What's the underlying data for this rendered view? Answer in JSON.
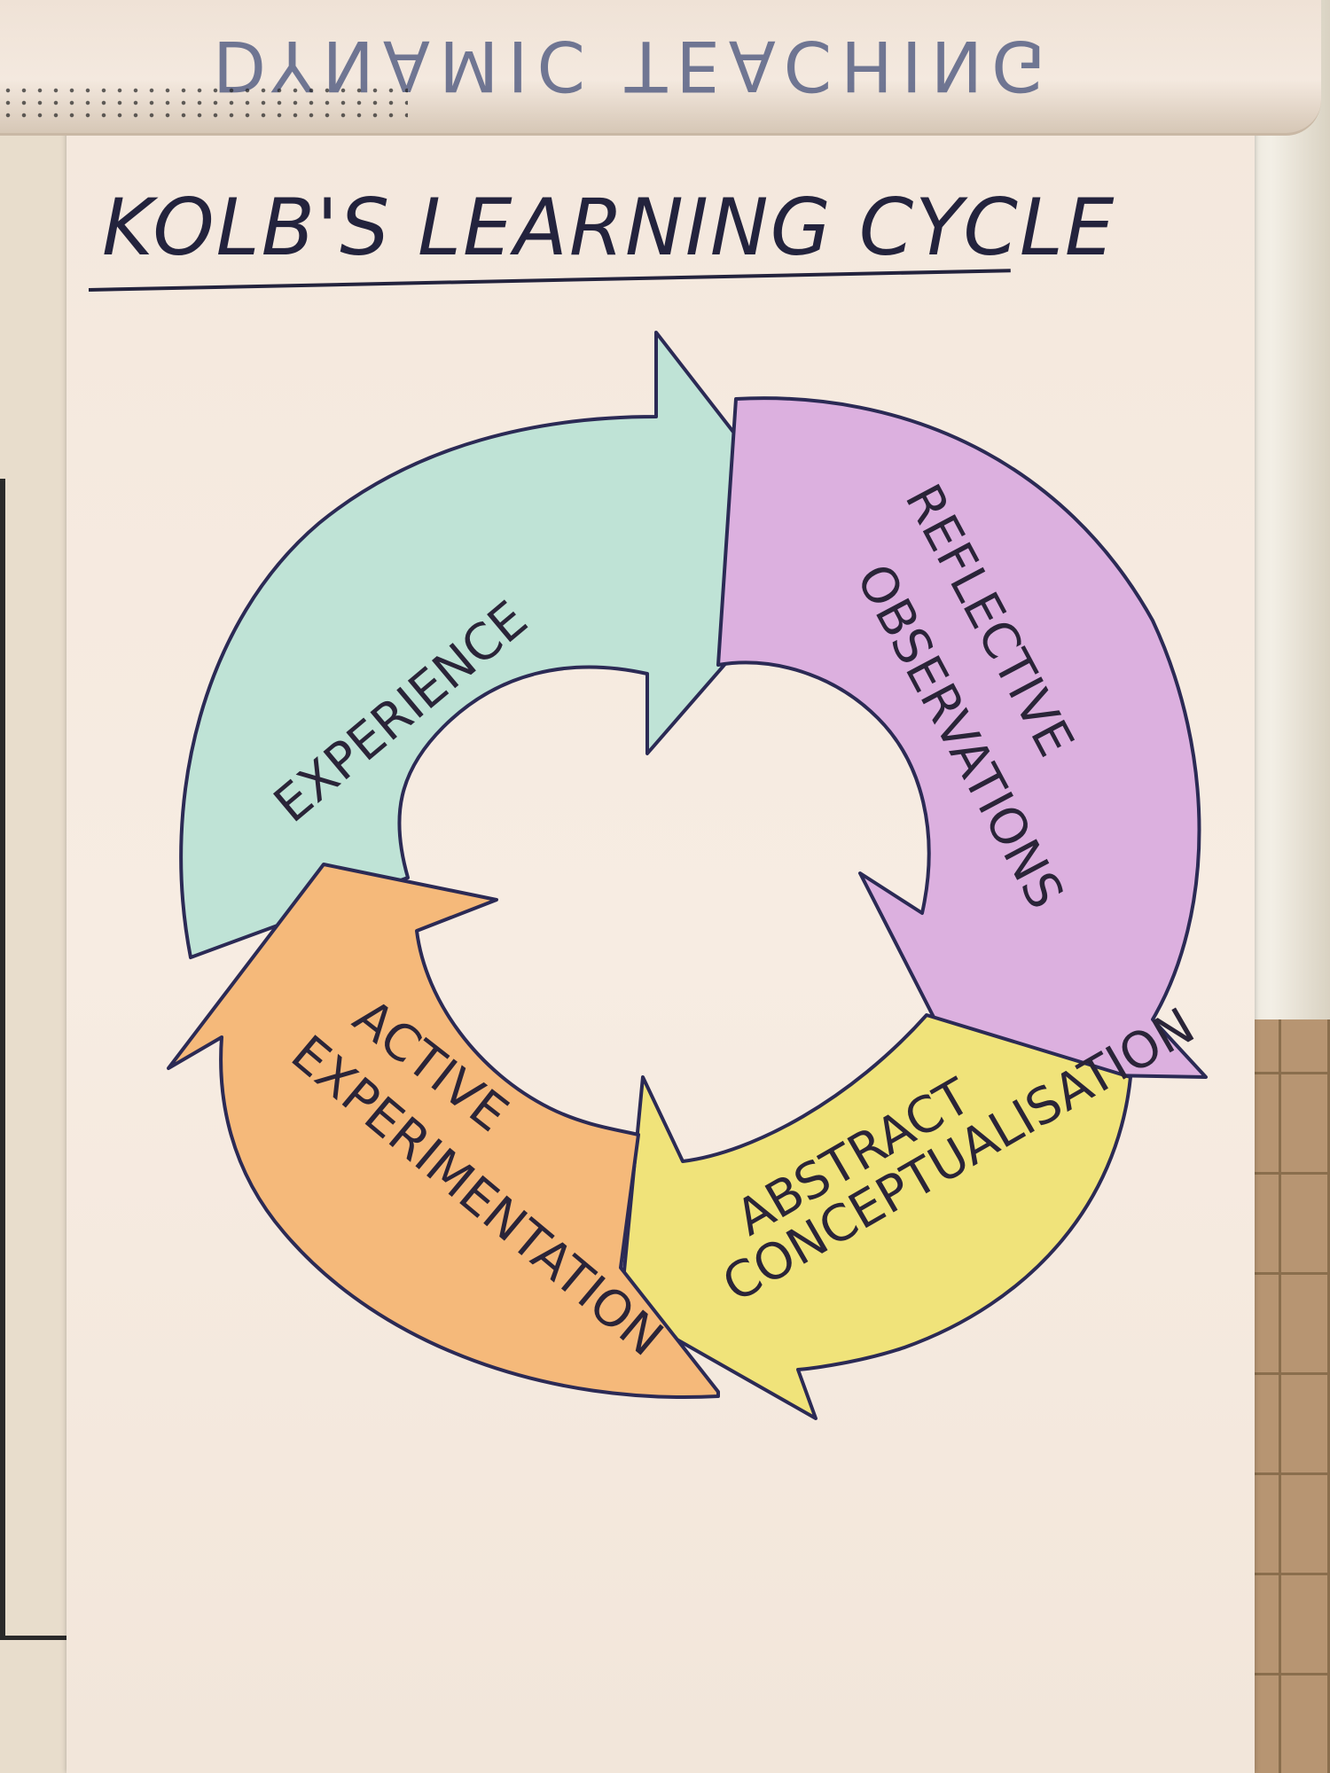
{
  "flipchart": {
    "roll_text": "DYNAMIC TEACHING",
    "title": "KOLB'S LEARNING CYCLE"
  },
  "cycle": {
    "stages": [
      {
        "label": "EXPERIENCE",
        "color": "#bfe3d6"
      },
      {
        "label": "REFLECTIVE",
        "color": "#dcb0df"
      },
      {
        "label": "OBSERVATIONS",
        "color": "#dcb0df"
      },
      {
        "label": "ABSTRACT",
        "color": "#f0e37a"
      },
      {
        "label": "CONCEPTUALISATION",
        "color": "#f0e37a"
      },
      {
        "label": "ACTIVE",
        "color": "#f5b97a"
      },
      {
        "label": "EXPERIMENTATION",
        "color": "#f5b97a"
      }
    ],
    "outline_color": "#2b2a55"
  }
}
